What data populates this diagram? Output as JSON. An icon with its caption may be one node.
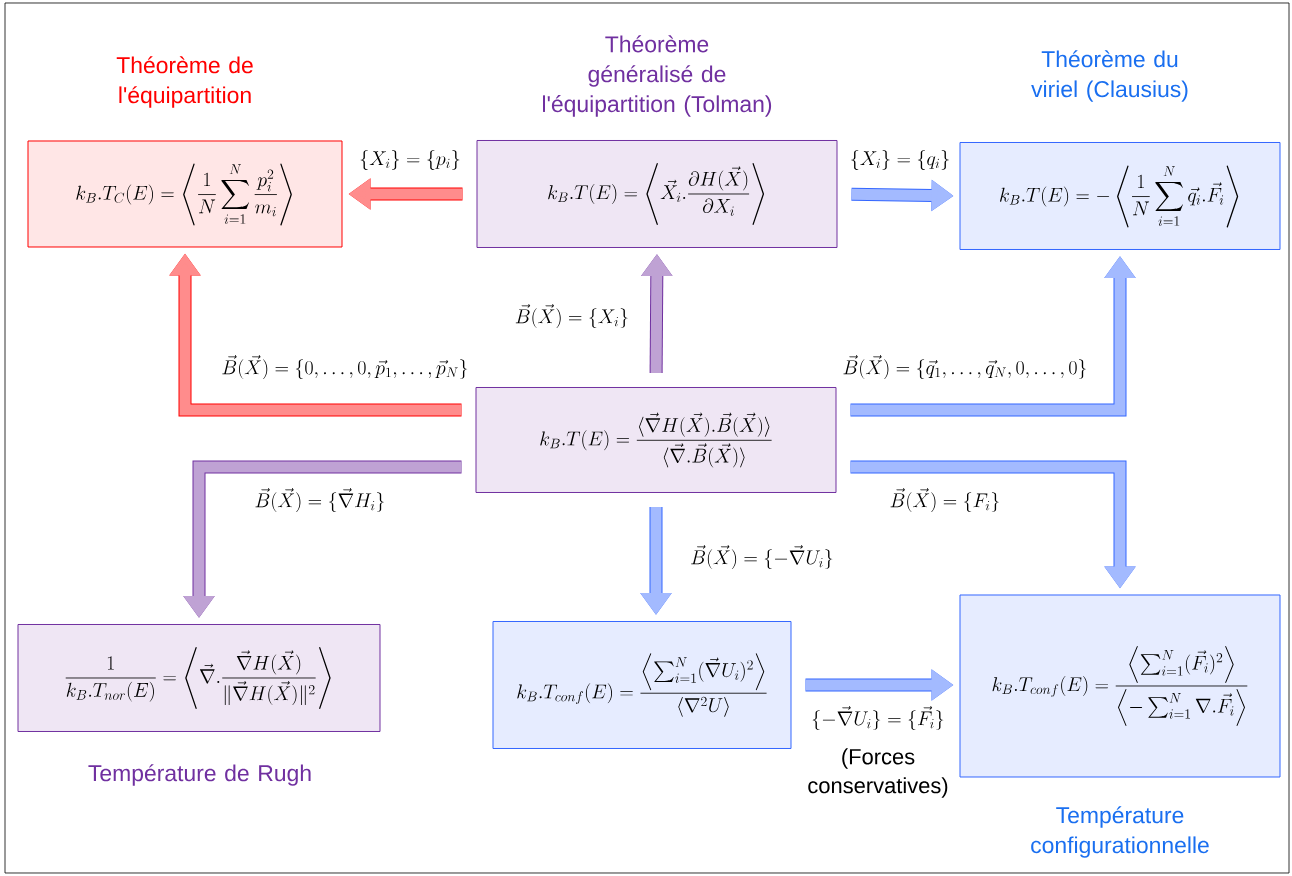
{
  "diagram": {
    "nodes": [
      {
        "text": [
          "Théorème de l'équipartition",
          "k_B.T_C(E)=\\left\\langle \\frac{1}{N}\\sum_{i=1}^{N}\\frac{p_i^2}{m_i}\\right\\rangle"
        ]
      },
      {
        "text": [
          "Théorème généralisé de l'équipartition (Tolman)",
          "k_B.T(E)=\\left\\langle \\vec{X}_i.\\frac{\\partial H(\\vec{X})}{\\partial X_i}\\right\\rangle"
        ]
      },
      {
        "text": [
          "Théorème du viriel (Clausius)",
          "k_B.T(E)=-\\left\\langle \\frac{1}{N}\\sum_{i=1}^{N}\\vec{q}_i.\\vec{F}_i\\right\\rangle"
        ]
      },
      {
        "text": [
          "k_B.T(E)=\\frac{\\langle \\vec{\\nabla} H(\\vec{X}).\\vec{B}(\\vec{X})\\rangle}{\\langle \\vec{\\nabla}.\\vec{B}(\\vec{X})\\rangle}"
        ]
      },
      {
        "text": [
          "\\frac{1}{k_B.T_{nor}(E)}=\\left\\langle \\vec{\\nabla}.\\frac{\\vec{\\nabla} H(\\vec{X})}{\\|\\vec{\\nabla} H(\\vec{X})\\|^2}\\right\\rangle",
          "Température de Rugh"
        ]
      },
      {
        "text": [
          "k_B.T_{conf}(E)=\\frac{\\left\\langle \\sum_{i=1}^{N}(\\vec{\\nabla} U_i)^2\\right\\rangle}{\\langle \\nabla^2 U\\rangle}"
        ]
      },
      {
        "text": [
          "k_B.T_{conf}(E)=\\frac{\\left\\langle \\sum_{i=1}^{N}(\\vec{F}_i)^2\\right\\rangle}{\\left\\langle -\\sum_{i=1}^{N}\\nabla.\\vec{F}_i\\right\\rangle}",
          "Température configurationnelle"
        ]
      }
    ],
    "edges": [
      {
        "from": 1,
        "to": 0,
        "arrow": "to",
        "label": "\\{X_i\\}=\\{p_i\\}",
        "color": "#ff0000"
      },
      {
        "from": 1,
        "to": 2,
        "arrow": "to",
        "label": "\\{X_i\\}=\\{q_i\\}"
      },
      {
        "from": 3,
        "to": 1,
        "arrow": "to",
        "label": "\\vec{B}(\\vec{X})=\\{X_i\\}",
        "color": "#7030a0"
      },
      {
        "from": 3,
        "to": 0,
        "arrow": "to",
        "label": "\\vec{B}(\\vec{X})=\\{0,\\dots,0,\\vec{p}_1,\\dots,\\vec{p}_N\\}",
        "color": "#ff0000"
      },
      {
        "from": 3,
        "to": 2,
        "arrow": "to",
        "label": "\\vec{B}(\\vec{X})=\\{\\vec{q}_1,\\dots,\\vec{q}_N,0,\\dots,0\\}"
      },
      {
        "from": 3,
        "to": 4,
        "arrow": "to",
        "label": "\\vec{B}(\\vec{X})=\\{\\vec{\\nabla}H_i\\}",
        "color": "#7030a0"
      },
      {
        "from": 3,
        "to": 6,
        "arrow": "to",
        "label": "\\vec{B}(\\vec{X})=\\{F_i\\}"
      },
      {
        "from": 3,
        "to": 5,
        "arrow": "to",
        "label": "\\vec{B}(\\vec{X})=\\{-\\vec{\\nabla}U_i\\}"
      },
      {
        "from": 5,
        "to": 6,
        "arrow": "to",
        "label": "\\{-\\vec{\\nabla}U_i\\}=\\{\\vec{F}_i\\}"
      }
    ],
    "labels": [
      "(Forces conservatives)"
    ]
  }
}
